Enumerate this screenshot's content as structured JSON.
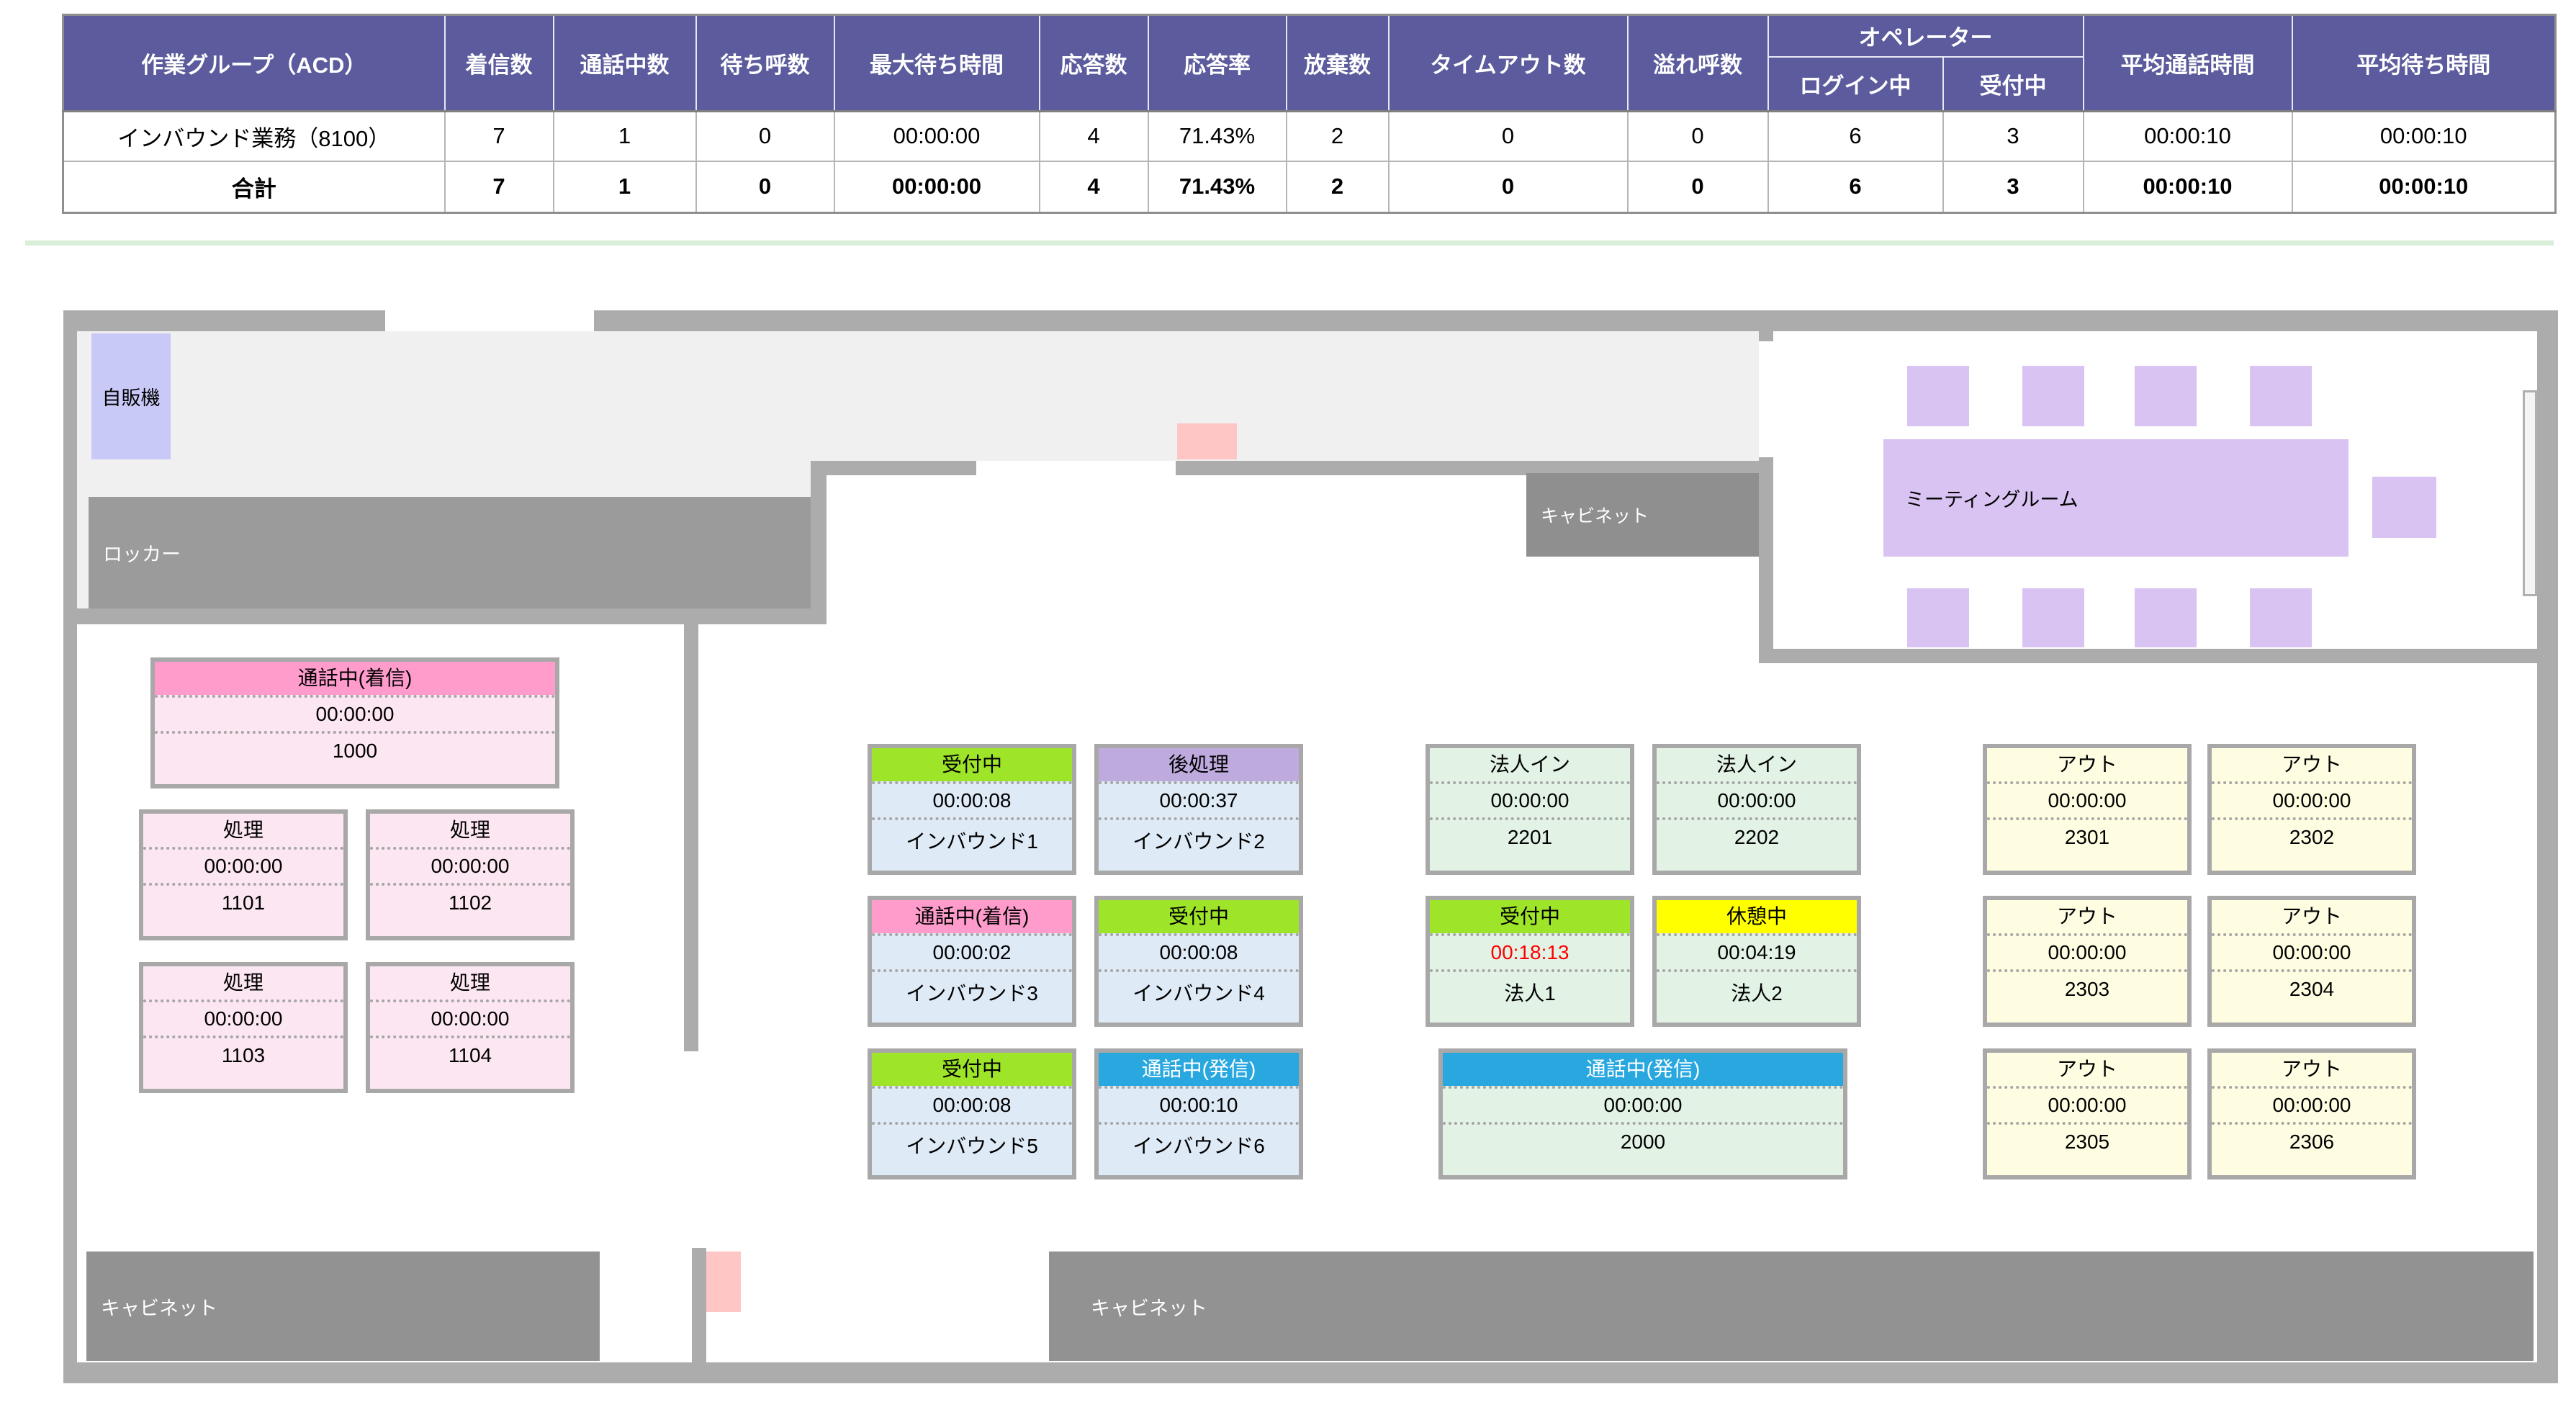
{
  "table": {
    "header": {
      "simple_left": [
        "作業グループ（ACD）",
        "着信数",
        "通話中数",
        "待ち呼数",
        "最大待ち時間",
        "応答数",
        "応答率",
        "放棄数",
        "タイムアウト数",
        "溢れ呼数"
      ],
      "group": {
        "label": "オペレーター",
        "children": [
          "ログイン中",
          "受付中"
        ]
      },
      "simple_right": [
        "平均通話時間",
        "平均待ち時間"
      ]
    },
    "rows": [
      {
        "bold": false,
        "cells": [
          "インバウンド業務（8100）",
          "7",
          "1",
          "0",
          "00:00:00",
          "4",
          "71.43%",
          "2",
          "0",
          "0",
          "6",
          "3",
          "00:00:10",
          "00:00:10"
        ]
      },
      {
        "bold": true,
        "cells": [
          "合計",
          "7",
          "1",
          "0",
          "00:00:00",
          "4",
          "71.43%",
          "2",
          "0",
          "0",
          "6",
          "3",
          "00:00:10",
          "00:00:10"
        ]
      }
    ],
    "header_bg": "#5b5b9d",
    "header_fg": "#ffffff"
  },
  "divider_color": "#d9edd9",
  "floor": {
    "wall_color": "#acacac",
    "floor_gray": "#f0f0f0",
    "door_marker_color": "#ffc6c6",
    "furniture_color": "#d9c3f2",
    "labels": {
      "vending": "自販機",
      "locker": "ロッカー",
      "cabinet_top": "キャビネット",
      "meeting_room": "ミーティングルーム",
      "cabinet_bottom_left": "キャビネット",
      "cabinet_bottom_right": "キャビネット"
    },
    "status_colors": {
      "busy_in": {
        "bg": "#ff9ccc",
        "fg": "#000000"
      },
      "ready": {
        "bg": "#9ee428",
        "fg": "#000000"
      },
      "after_call": {
        "bg": "#bfaade",
        "fg": "#000000"
      },
      "busy_out": {
        "bg": "#29a8e0",
        "fg": "#ffffff"
      },
      "break": {
        "bg": "#ffff00",
        "fg": "#000000"
      }
    },
    "body_colors": {
      "pink": "#fce6f2",
      "blue": "#dfeaf7",
      "green": "#e2f3e6",
      "cream": "#fffde1"
    },
    "cards": [
      {
        "id": "c1000",
        "title": "通話中(着信)",
        "status": "busy_in",
        "time": "00:00:00",
        "name": "1000",
        "body": "pink",
        "alert": false
      },
      {
        "id": "c1101",
        "title": "処理",
        "status": null,
        "time": "00:00:00",
        "name": "1101",
        "body": "pink",
        "alert": false
      },
      {
        "id": "c1102",
        "title": "処理",
        "status": null,
        "time": "00:00:00",
        "name": "1102",
        "body": "pink",
        "alert": false
      },
      {
        "id": "c1103",
        "title": "処理",
        "status": null,
        "time": "00:00:00",
        "name": "1103",
        "body": "pink",
        "alert": false
      },
      {
        "id": "c1104",
        "title": "処理",
        "status": null,
        "time": "00:00:00",
        "name": "1104",
        "body": "pink",
        "alert": false
      },
      {
        "id": "cin1",
        "title": "受付中",
        "status": "ready",
        "time": "00:00:08",
        "name": "インバウンド1",
        "body": "blue",
        "alert": false
      },
      {
        "id": "cin2",
        "title": "後処理",
        "status": "after_call",
        "time": "00:00:37",
        "name": "インバウンド2",
        "body": "blue",
        "alert": false
      },
      {
        "id": "cin3",
        "title": "通話中(着信)",
        "status": "busy_in",
        "time": "00:00:02",
        "name": "インバウンド3",
        "body": "blue",
        "alert": false
      },
      {
        "id": "cin4",
        "title": "受付中",
        "status": "ready",
        "time": "00:00:08",
        "name": "インバウンド4",
        "body": "blue",
        "alert": false
      },
      {
        "id": "cin5",
        "title": "受付中",
        "status": "ready",
        "time": "00:00:08",
        "name": "インバウンド5",
        "body": "blue",
        "alert": false
      },
      {
        "id": "cin6",
        "title": "通話中(発信)",
        "status": "busy_out",
        "time": "00:00:10",
        "name": "インバウンド6",
        "body": "blue",
        "alert": false
      },
      {
        "id": "c2201",
        "title": "法人イン",
        "status": null,
        "time": "00:00:00",
        "name": "2201",
        "body": "green",
        "alert": false
      },
      {
        "id": "c2202",
        "title": "法人イン",
        "status": null,
        "time": "00:00:00",
        "name": "2202",
        "body": "green",
        "alert": false
      },
      {
        "id": "chojin1",
        "title": "受付中",
        "status": "ready",
        "time": "00:18:13",
        "name": "法人1",
        "body": "green",
        "alert": true
      },
      {
        "id": "chojin2",
        "title": "休憩中",
        "status": "break",
        "time": "00:04:19",
        "name": "法人2",
        "body": "green",
        "alert": false
      },
      {
        "id": "c2000",
        "title": "通話中(発信)",
        "status": "busy_out",
        "time": "00:00:00",
        "name": "2000",
        "body": "green",
        "alert": false
      },
      {
        "id": "c2301",
        "title": "アウト",
        "status": null,
        "time": "00:00:00",
        "name": "2301",
        "body": "cream",
        "alert": false
      },
      {
        "id": "c2302",
        "title": "アウト",
        "status": null,
        "time": "00:00:00",
        "name": "2302",
        "body": "cream",
        "alert": false
      },
      {
        "id": "c2303",
        "title": "アウト",
        "status": null,
        "time": "00:00:00",
        "name": "2303",
        "body": "cream",
        "alert": false
      },
      {
        "id": "c2304",
        "title": "アウト",
        "status": null,
        "time": "00:00:00",
        "name": "2304",
        "body": "cream",
        "alert": false
      },
      {
        "id": "c2305",
        "title": "アウト",
        "status": null,
        "time": "00:00:00",
        "name": "2305",
        "body": "cream",
        "alert": false
      },
      {
        "id": "c2306",
        "title": "アウト",
        "status": null,
        "time": "00:00:00",
        "name": "2306",
        "body": "cream",
        "alert": false
      }
    ]
  }
}
